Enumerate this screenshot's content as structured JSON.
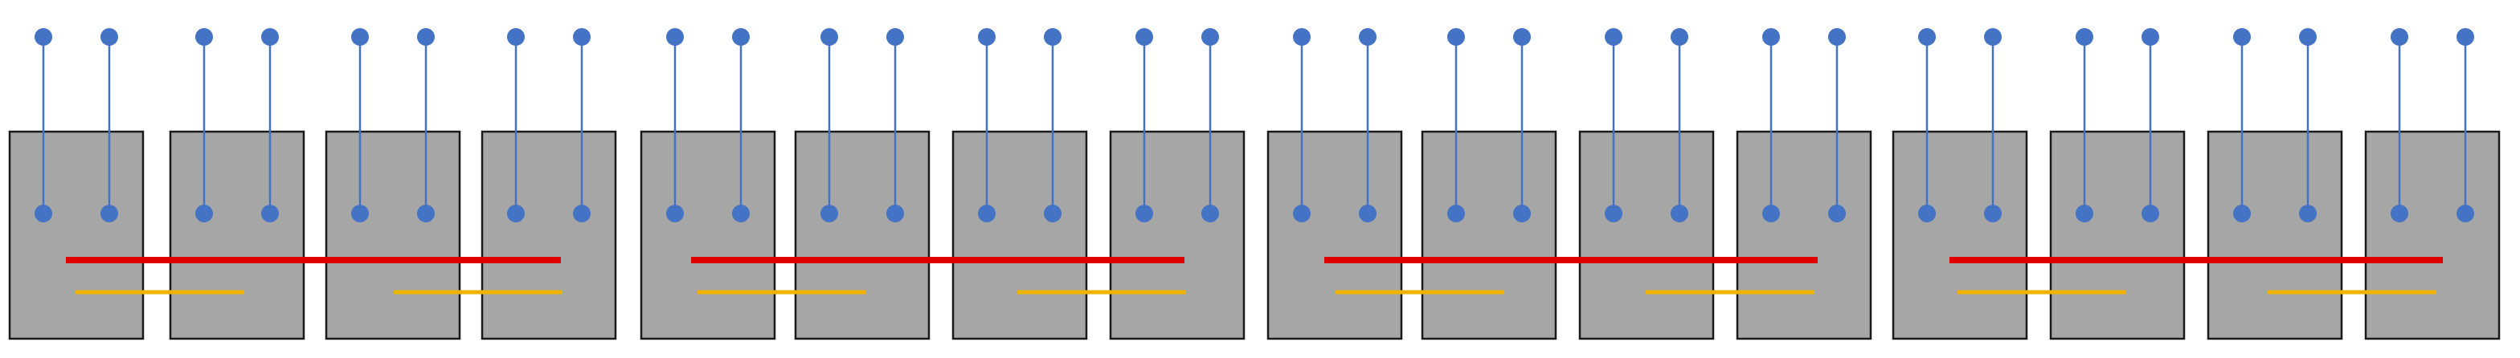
{
  "diagram": {
    "colors": {
      "block_fill": "#a6a6a6",
      "block_border": "#1a1a1a",
      "pin": "#4472c4",
      "red_line": "#e00000",
      "yellow_line": "#f0b400"
    },
    "group_count": 4,
    "blocks_per_group": 4,
    "pins_per_block": 2,
    "red_lines_per_group": 1,
    "yellow_lines_per_group": 2
  }
}
